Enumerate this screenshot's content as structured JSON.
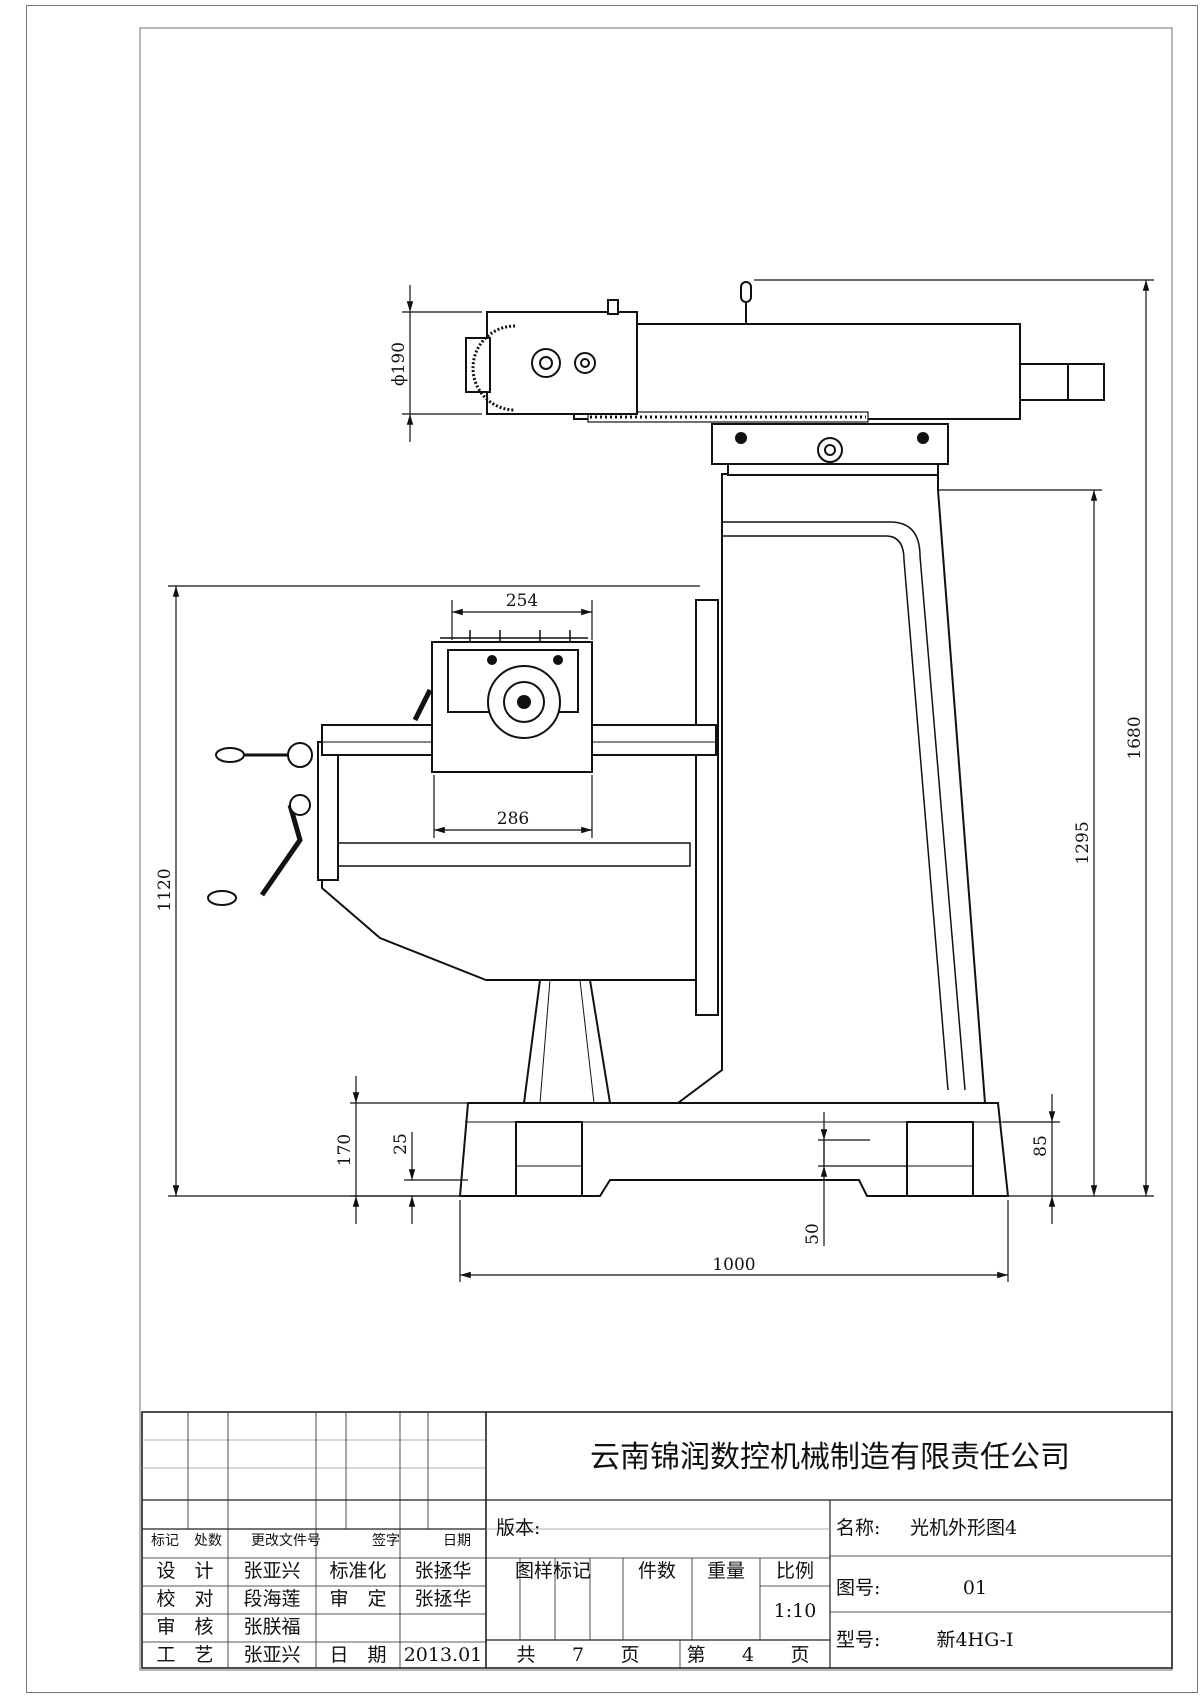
{
  "dimensions": {
    "d190": "ϕ190",
    "d254": "254",
    "d286": "286",
    "d1120": "1120",
    "d1680": "1680",
    "d1295": "1295",
    "d170": "170",
    "d25": "25",
    "d85": "85",
    "d50": "50",
    "d1000": "1000"
  },
  "title_block": {
    "company": "云南锦润数控机械制造有限责任公司",
    "version_label": "版本:",
    "revision_headers": [
      "标记",
      "处数",
      "更改文件号",
      "签字",
      "日期"
    ],
    "rows": [
      {
        "role": "设　计",
        "name": "张亚兴",
        "role2": "标准化",
        "name2": "张拯华"
      },
      {
        "role": "校　对",
        "name": "段海莲",
        "role2": "审　定",
        "name2": "张拯华"
      },
      {
        "role": "审　核",
        "name": "张朕福",
        "role2": "",
        "name2": ""
      },
      {
        "role": "工　艺",
        "name": "张亚兴",
        "role2": "日　期",
        "name2": "2013.01"
      }
    ],
    "stage_label": "图样标记",
    "qty_label": "件数",
    "weight_label": "重量",
    "scale_label": "比例",
    "scale_value": "1:10",
    "total_label": "共",
    "total_pages": "7",
    "page_unit": "页",
    "sheet_label": "第",
    "sheet_no": "4",
    "sheet_unit": "页",
    "name_label": "名称:",
    "name_value": "光机外形图4",
    "drawing_no_label": "图号:",
    "drawing_no_value": "01",
    "model_label": "型号:",
    "model_value": "新4HG-I"
  }
}
